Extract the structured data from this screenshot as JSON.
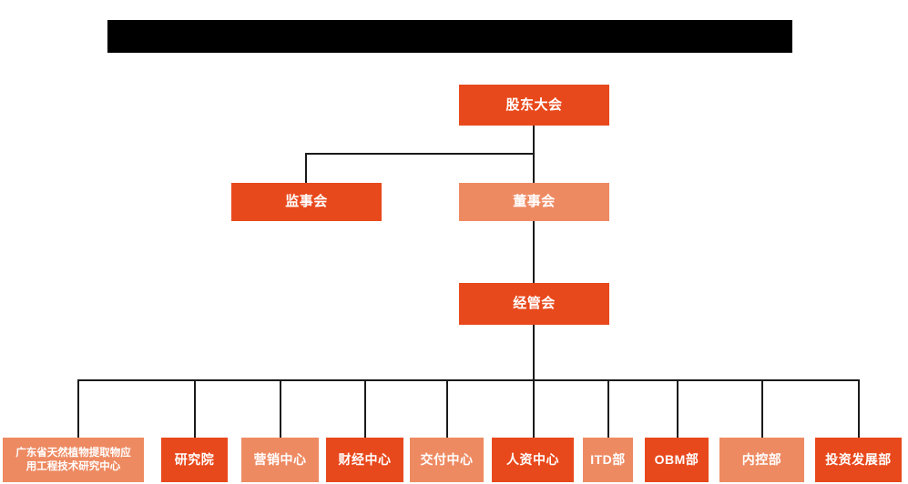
{
  "diagram": {
    "type": "org-chart",
    "title_bar": {
      "name": "redacted-title-bar",
      "text": "",
      "redacted": true,
      "color": "#000000"
    },
    "colors": {
      "background": "#FFFFFF",
      "node_dark": "#E8491C",
      "node_light": "#EE8A62",
      "connector": "#1A1A1A",
      "node_text": "#FFFFFF"
    },
    "levels": [
      {
        "level": 1,
        "nodes": [
          {
            "id": "shareholders-meeting",
            "label": "股东大会",
            "fill": "dark"
          }
        ]
      },
      {
        "level": 2,
        "nodes": [
          {
            "id": "board-of-supervisors",
            "label": "监事会",
            "fill": "dark"
          },
          {
            "id": "board-of-directors",
            "label": "董事会",
            "fill": "light"
          }
        ]
      },
      {
        "level": 3,
        "nodes": [
          {
            "id": "management-committee",
            "label": "经管会",
            "fill": "dark"
          }
        ]
      },
      {
        "level": 4,
        "nodes": [
          {
            "id": "gd-natural-plant-extract-center",
            "label": "广东省天然植物提取物应用工程技术研究中心",
            "label_line1": "广东省天然植物提取物应",
            "label_line2": "用工程技术研究中心",
            "fill": "light"
          },
          {
            "id": "research-institute",
            "label": "研究院",
            "fill": "dark"
          },
          {
            "id": "marketing-center",
            "label": "营销中心",
            "fill": "light"
          },
          {
            "id": "finance-center",
            "label": "财经中心",
            "fill": "dark"
          },
          {
            "id": "delivery-center",
            "label": "交付中心",
            "fill": "light"
          },
          {
            "id": "hr-center",
            "label": "人资中心",
            "fill": "dark"
          },
          {
            "id": "itd-department",
            "label": "ITD部",
            "fill": "light"
          },
          {
            "id": "obm-department",
            "label": "OBM部",
            "fill": "dark"
          },
          {
            "id": "internal-control-department",
            "label": "内控部",
            "fill": "light"
          },
          {
            "id": "investment-development-department",
            "label": "投资发展部",
            "fill": "dark"
          }
        ]
      }
    ]
  }
}
